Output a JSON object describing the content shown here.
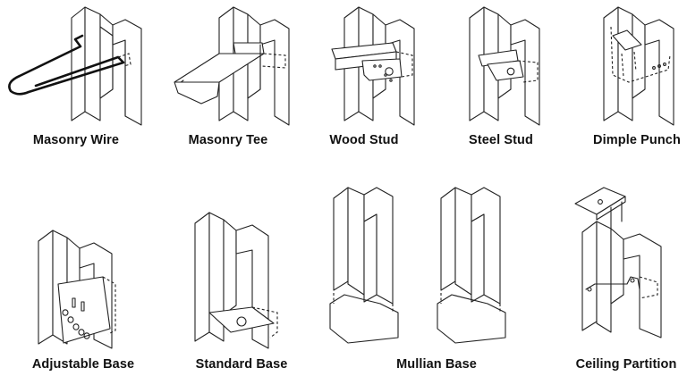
{
  "items": [
    {
      "label": "Masonry Wire"
    },
    {
      "label": "Masonry Tee"
    },
    {
      "label": "Wood Stud"
    },
    {
      "label": "Steel Stud"
    },
    {
      "label": "Dimple Punch"
    },
    {
      "label": "Adjustable Base"
    },
    {
      "label": "Standard Base"
    },
    {
      "label": "Mullian Base"
    },
    {
      "label": "Ceiling Partition"
    }
  ]
}
